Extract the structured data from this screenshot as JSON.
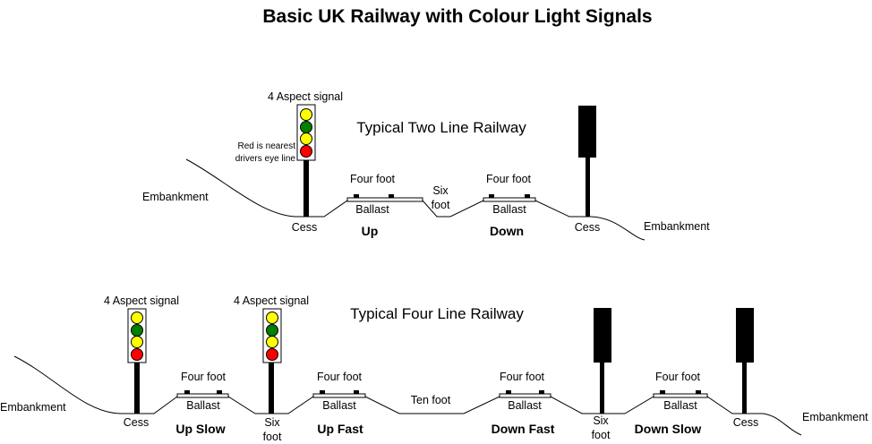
{
  "title": "Basic UK Railway with Colour Light Signals",
  "two_line": {
    "heading": "Typical Two Line Railway",
    "signal_label": "4 Aspect signal",
    "signal_note_1": "Red is nearest",
    "signal_note_2": "drivers eye line",
    "embankment_left": "Embankment",
    "embankment_right": "Embankment",
    "cess_left": "Cess",
    "cess_right": "Cess",
    "four_foot": "Four foot",
    "ballast": "Ballast",
    "six_foot_1": "Six",
    "six_foot_2": "foot",
    "up": "Up",
    "down": "Down"
  },
  "four_line": {
    "heading": "Typical Four Line Railway",
    "signal_label": "4 Aspect signal",
    "embankment_left": "Embankment",
    "embankment_right": "Embankment",
    "cess_left": "Cess",
    "cess_right": "Cess",
    "four_foot": "Four foot",
    "ballast": "Ballast",
    "six_foot_1": "Six",
    "six_foot_2": "foot",
    "ten_foot": "Ten foot",
    "up_slow": "Up Slow",
    "up_fast": "Up Fast",
    "down_fast": "Down Fast",
    "down_slow": "Down Slow"
  },
  "colors": {
    "yellow": "#ffff00",
    "green": "#008000",
    "red": "#ff0000",
    "signal_back": "#000000"
  }
}
